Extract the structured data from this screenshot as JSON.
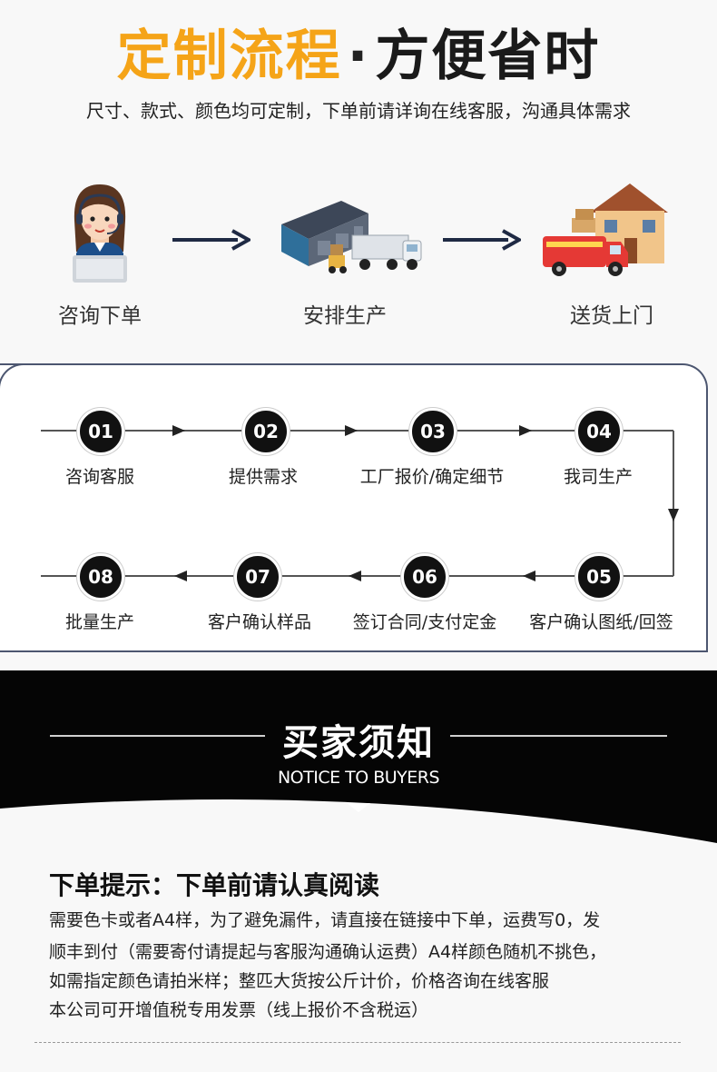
{
  "header": {
    "title_highlight": "定制流程",
    "title_dot": "·",
    "title_rest": "方便省时",
    "subtitle": "尺寸、款式、颜色均可定制，下单前请详询在线客服，沟通具体需求"
  },
  "top_steps": [
    {
      "label": "咨询下单",
      "icon": "customer-service-icon"
    },
    {
      "label": "安排生产",
      "icon": "factory-icon"
    },
    {
      "label": "送货上门",
      "icon": "delivery-truck-house-icon"
    }
  ],
  "process": {
    "steps": [
      {
        "num": "01",
        "label": "咨询客服"
      },
      {
        "num": "02",
        "label": "提供需求"
      },
      {
        "num": "03",
        "label": "工厂报价/确定细节"
      },
      {
        "num": "04",
        "label": "我司生产"
      },
      {
        "num": "05",
        "label": "客户确认图纸/回签"
      },
      {
        "num": "06",
        "label": "签订合同/支付定金"
      },
      {
        "num": "07",
        "label": "客户确认样品"
      },
      {
        "num": "08",
        "label": "批量生产"
      }
    ]
  },
  "notice": {
    "title": "买家须知",
    "subtitle": "NOTICE TO BUYERS"
  },
  "tips": {
    "title": "下单提示：下单前请认真阅读",
    "lines": [
      "需要色卡或者A4样，为了避免漏件，请直接在链接中下单，运费写0，发",
      "顺丰到付（需要寄付请提起与客服沟通确认运费）A4样颜色随机不挑色，",
      "如需指定颜色请拍米样；整匹大货按公斤计价，价格咨询在线客服",
      "本公司可开增值税专用发票（线上报价不含税运）"
    ]
  },
  "colors": {
    "accent": "#f5a418",
    "dark": "#111111",
    "box_border": "#4c5670"
  }
}
